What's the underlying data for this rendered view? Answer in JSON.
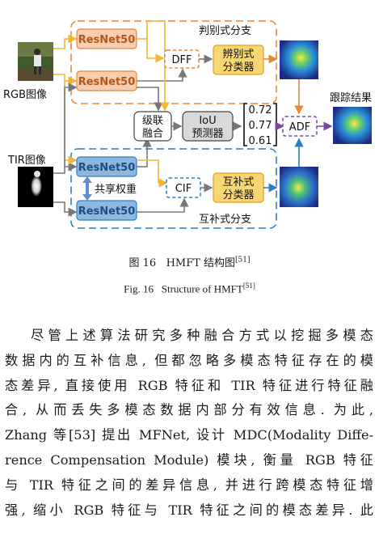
{
  "diagram": {
    "rgb_label": "RGB图像",
    "tir_label": "TIR图像",
    "resnet_label": "ResNet50",
    "discriminative_branch_title": "判别式分支",
    "complementary_branch_title": "互补式分支",
    "dff_label": "DFF",
    "cif_label": "CIF",
    "disc_classifier_line1": "辨别式",
    "disc_classifier_line2": "分类器",
    "comp_classifier_line1": "互补式",
    "comp_classifier_line2": "分类器",
    "cascade_line1": "级联",
    "cascade_line2": "融合",
    "iou_line1": "IoU",
    "iou_line2": "预测器",
    "scores": [
      "0.72",
      "0.77",
      "0.61"
    ],
    "adf_label": "ADF",
    "tracking_result_label": "跟踪结果",
    "shared_weights_label": "共享权重",
    "colors": {
      "orange": "#e8863a",
      "blue": "#2d7fc1",
      "resnet_orange_fill": "#f6cdb0",
      "resnet_blue_fill": "#8fb6df",
      "classifier_fill": "#f7d774",
      "iou_fill": "#d9d9d9",
      "arrow_gray": "#777777",
      "arrow_yellow": "#f2b632",
      "adf_purple": "#7a4aa0"
    }
  },
  "caption": {
    "zh_prefix": "图 16",
    "zh_text": "HMFT 结构图",
    "zh_ref": "[51]",
    "en_prefix": "Fig. 16",
    "en_text": "Structure of HMFT",
    "en_ref": "[51]"
  },
  "body_lines": [
    "尽管上述算法研究多种融合方式以挖掘多模态",
    "数据内的互补信息, 但都忽略多模态特征存在的模",
    "态差异, 直接使用 RGB 特征和 TIR 特征进行特征融",
    "合, 从而丢失多模态数据内部分有效信息. 为此,",
    "Zhang 等[53] 提出 MFNet, 设计 MDC(Modality Diffe-",
    "rence Compensation Module) 模块, 衡量 RGB 特征",
    "与 TIR 特征之间的差异信息, 并进行跨模态特征增",
    "强, 缩小 RGB 特征与 TIR 特征之间的模态差异. 此"
  ]
}
